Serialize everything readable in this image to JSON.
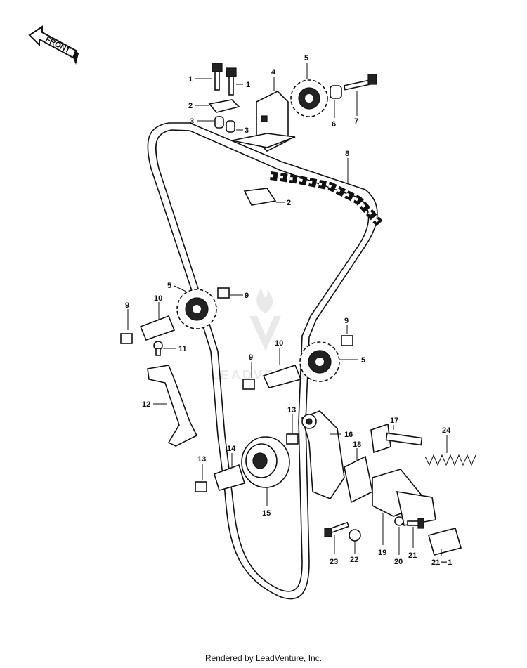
{
  "front_badge": {
    "text": "FRONT"
  },
  "labels": [
    {
      "id": "l1a",
      "text": "1"
    },
    {
      "id": "l1b",
      "text": "1"
    },
    {
      "id": "l2a",
      "text": "2"
    },
    {
      "id": "l2b",
      "text": "2"
    },
    {
      "id": "l3a",
      "text": "3"
    },
    {
      "id": "l3b",
      "text": "3"
    },
    {
      "id": "l4",
      "text": "4"
    },
    {
      "id": "l5a",
      "text": "5"
    },
    {
      "id": "l5b",
      "text": "5"
    },
    {
      "id": "l5c",
      "text": "5"
    },
    {
      "id": "l6",
      "text": "6"
    },
    {
      "id": "l7",
      "text": "7"
    },
    {
      "id": "l8",
      "text": "8"
    },
    {
      "id": "l9a",
      "text": "9"
    },
    {
      "id": "l9b",
      "text": "9"
    },
    {
      "id": "l9c",
      "text": "9"
    },
    {
      "id": "l9d",
      "text": "9"
    },
    {
      "id": "l10a",
      "text": "10"
    },
    {
      "id": "l10b",
      "text": "10"
    },
    {
      "id": "l11",
      "text": "11"
    },
    {
      "id": "l12",
      "text": "12"
    },
    {
      "id": "l13a",
      "text": "13"
    },
    {
      "id": "l13b",
      "text": "13"
    },
    {
      "id": "l14",
      "text": "14"
    },
    {
      "id": "l15",
      "text": "15"
    },
    {
      "id": "l16",
      "text": "16"
    },
    {
      "id": "l17",
      "text": "17"
    },
    {
      "id": "l18",
      "text": "18"
    },
    {
      "id": "l19",
      "text": "19"
    },
    {
      "id": "l20",
      "text": "20"
    },
    {
      "id": "l21a",
      "text": "21"
    },
    {
      "id": "l21b",
      "text": "21－1"
    },
    {
      "id": "l22",
      "text": "22"
    },
    {
      "id": "l23",
      "text": "23"
    },
    {
      "id": "l24",
      "text": "24"
    }
  ],
  "watermark": {
    "text": "LEADVENTURE"
  },
  "footer": {
    "text": "Rendered by LeadVenture, Inc."
  }
}
